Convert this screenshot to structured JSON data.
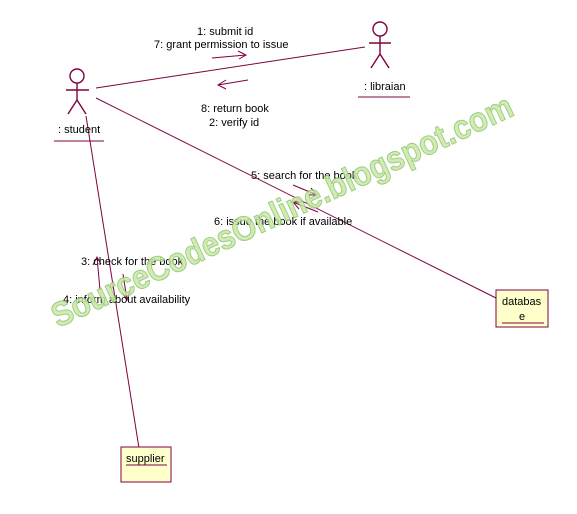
{
  "actors": {
    "student": ": student",
    "librarian": ": libraian"
  },
  "objects": {
    "database_line1": "databas",
    "database_line2": "e",
    "supplier": "supplier"
  },
  "messages": {
    "m1": "1: submit id",
    "m7": "7: grant permission  to issue",
    "m8": "8: return book",
    "m2": "2: verify id",
    "m5": "5: search for the book",
    "m6": "6: issue the book if available",
    "m3": "3: check for the book",
    "m4": "4: inform about availability"
  },
  "watermark": "SourceCodesOnline.blogspot.com",
  "colors": {
    "line": "#800040",
    "object_fill": "#ffffcc",
    "watermark": "#c9e9a6"
  }
}
